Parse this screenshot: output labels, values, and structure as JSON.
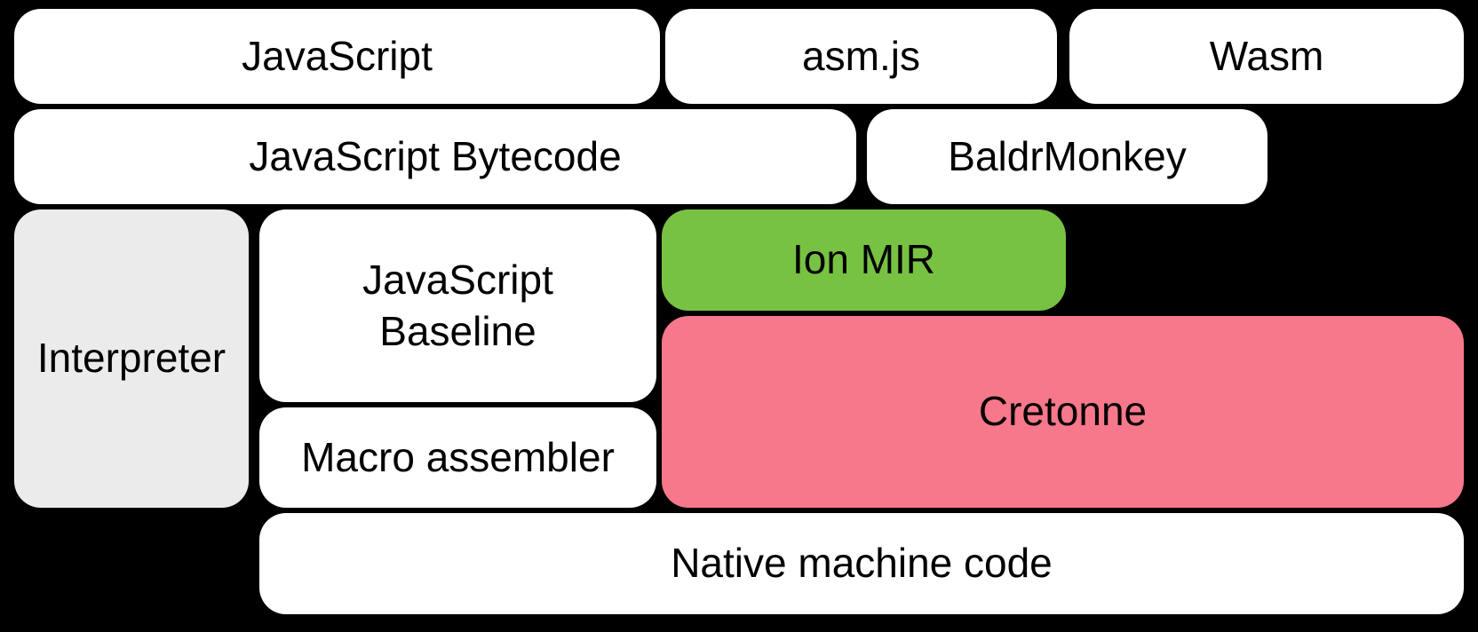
{
  "diagram": {
    "nodes": {
      "javascript": {
        "label": "JavaScript"
      },
      "asmjs": {
        "label": "asm.js"
      },
      "wasm": {
        "label": "Wasm"
      },
      "bytecode": {
        "label": "JavaScript Bytecode"
      },
      "baldrmonkey": {
        "label": "BaldrMonkey"
      },
      "interpreter": {
        "label": "Interpreter"
      },
      "baseline": {
        "label": "JavaScript Baseline"
      },
      "ion_mir": {
        "label": "Ion MIR"
      },
      "cretonne": {
        "label": "Cretonne"
      },
      "macro_assembler": {
        "label": "Macro assembler"
      },
      "native": {
        "label": "Native machine code"
      }
    },
    "colors": {
      "background": "#000000",
      "box_default": "#ffffff",
      "interpreter": "#ebebeb",
      "ion_mir": "#77c243",
      "cretonne": "#f7788b",
      "text": "#000000"
    }
  }
}
